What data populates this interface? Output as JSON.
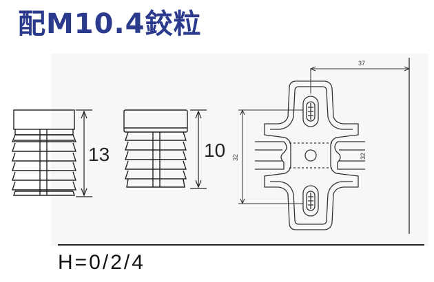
{
  "title": "配M10.4鉸粒",
  "dimensions": {
    "tall_pin_height": "13",
    "short_pin_height": "10",
    "plate_width": "37",
    "plate_height": "32",
    "hole_spacing": "32"
  },
  "formula": "H=0/2/4",
  "colors": {
    "title": "#2b3a8c",
    "line": "#333333"
  }
}
